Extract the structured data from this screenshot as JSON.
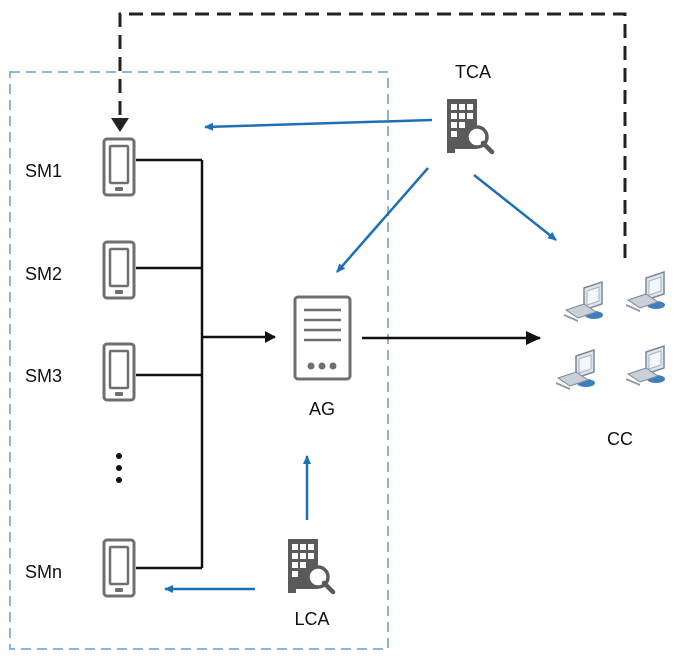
{
  "labels": {
    "sm1": "SM1",
    "sm2": "SM2",
    "sm3": "SM3",
    "smn": "SMn",
    "dots": "⋮",
    "ag": "AG",
    "tca": "TCA",
    "lca": "LCA",
    "cc": "CC"
  },
  "colors": {
    "blue_arrow": "#1f6fb5",
    "black_line": "#111111",
    "dashed_box": "#8fb4d9",
    "device": "#6f6f6f",
    "dashed_feedback": "#222222"
  },
  "icons": {
    "smart_meter": "tablet-icon",
    "aggregator": "server-icon",
    "authority": "building-search-icon",
    "control_center": "computer-network-icon"
  }
}
